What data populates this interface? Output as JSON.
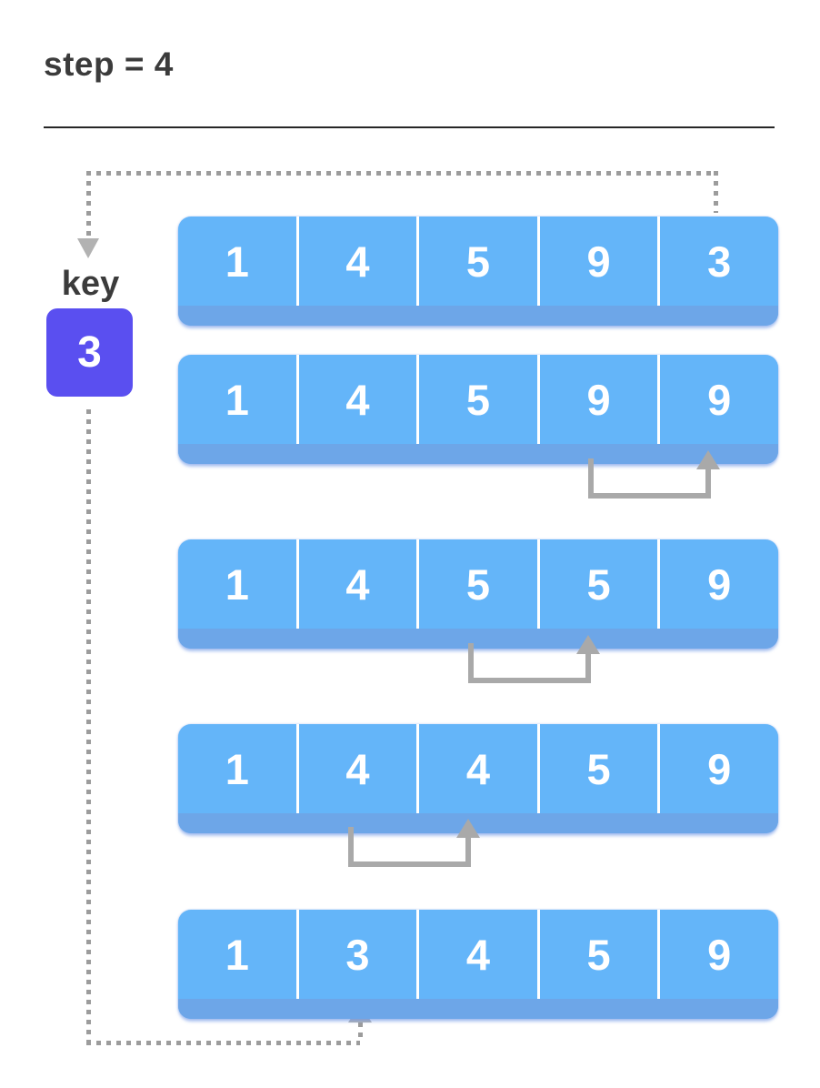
{
  "title": "step = 4",
  "key": {
    "label": "key",
    "value": "3"
  },
  "rows": [
    {
      "cells": [
        "1",
        "4",
        "5",
        "9",
        "3"
      ]
    },
    {
      "cells": [
        "1",
        "4",
        "5",
        "9",
        "9"
      ],
      "shift": {
        "from_index": 3,
        "to_index": 4
      }
    },
    {
      "cells": [
        "1",
        "4",
        "5",
        "5",
        "9"
      ],
      "shift": {
        "from_index": 2,
        "to_index": 3
      }
    },
    {
      "cells": [
        "1",
        "4",
        "4",
        "5",
        "9"
      ],
      "shift": {
        "from_index": 1,
        "to_index": 2
      }
    },
    {
      "cells": [
        "1",
        "3",
        "4",
        "5",
        "9"
      ],
      "insert_index": 1
    }
  ],
  "colors": {
    "cell_blue": "#64b5f9",
    "cell_bottom_shade": "#6da6e8",
    "key_purple": "#5a4ff0",
    "bracket_gray": "#a9a9a9",
    "dotted_gray": "#9c9c9c",
    "text_dark": "#3b3b3b",
    "number_white": "#ffffff",
    "divider_dark": "#262626"
  }
}
